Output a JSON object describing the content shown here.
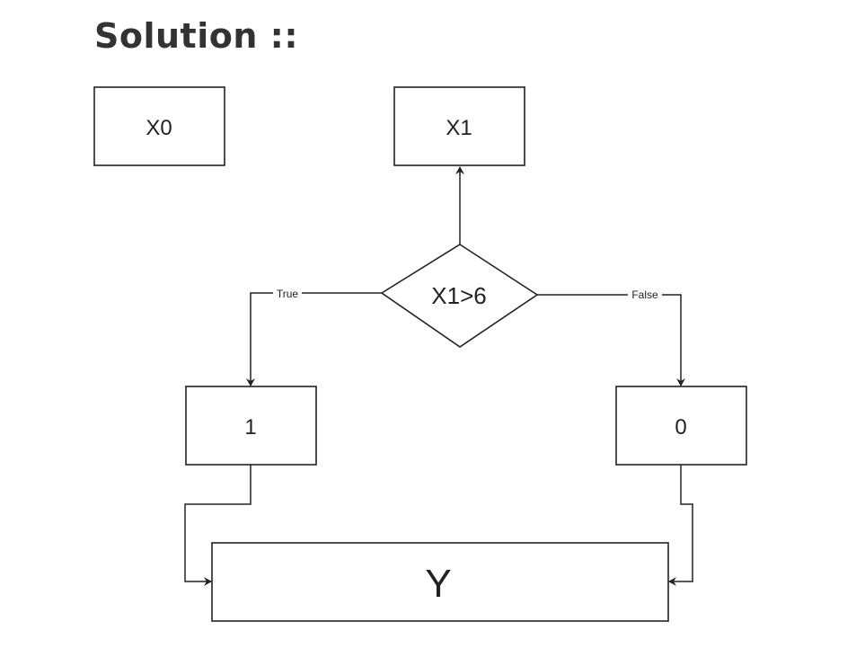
{
  "title": "Solution ::",
  "nodes": {
    "x0": "X0",
    "x1": "X1",
    "decision": "X1>6",
    "one": "1",
    "zero": "0",
    "y": "Y"
  },
  "edges": {
    "true_label": "True",
    "false_label": "False"
  }
}
